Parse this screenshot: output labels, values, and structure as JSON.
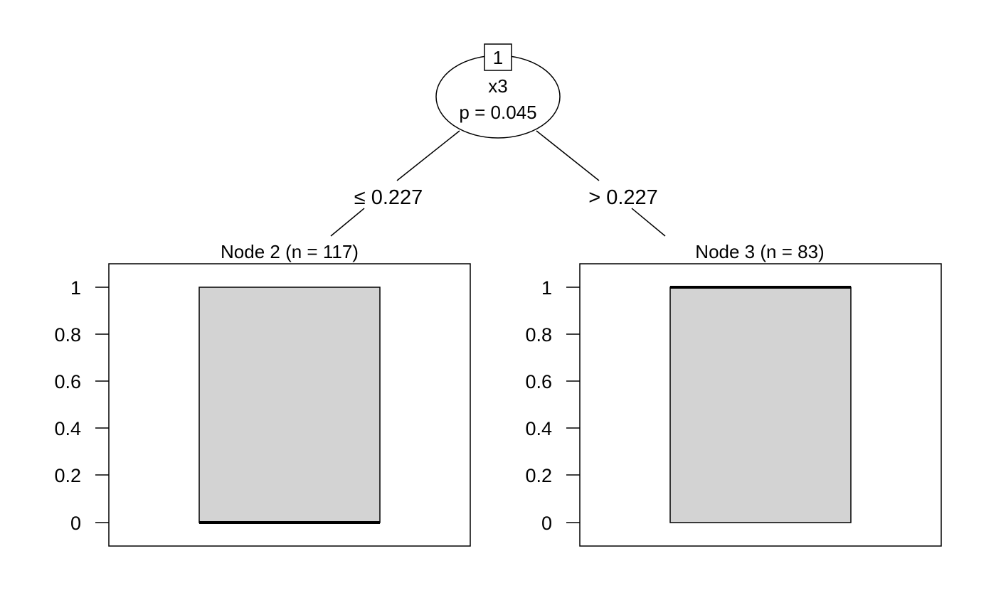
{
  "tree": {
    "root": {
      "id": "1",
      "variable": "x3",
      "p_value_text": "p = 0.045"
    },
    "edges": {
      "left_label": "≤ 0.227",
      "right_label": "> 0.227"
    },
    "nodes": [
      {
        "title": "Node 2 (n = 117)",
        "bar_bottom": 0,
        "bar_top": 1,
        "emphasis": "bottom"
      },
      {
        "title": "Node 3 (n = 83)",
        "bar_bottom": 0,
        "bar_top": 1,
        "emphasis": "top"
      }
    ],
    "y_ticks": [
      "0",
      "0.2",
      "0.4",
      "0.6",
      "0.8",
      "1"
    ]
  },
  "colors": {
    "bar_fill": "#d3d3d3",
    "line": "#000000",
    "background": "#ffffff"
  }
}
